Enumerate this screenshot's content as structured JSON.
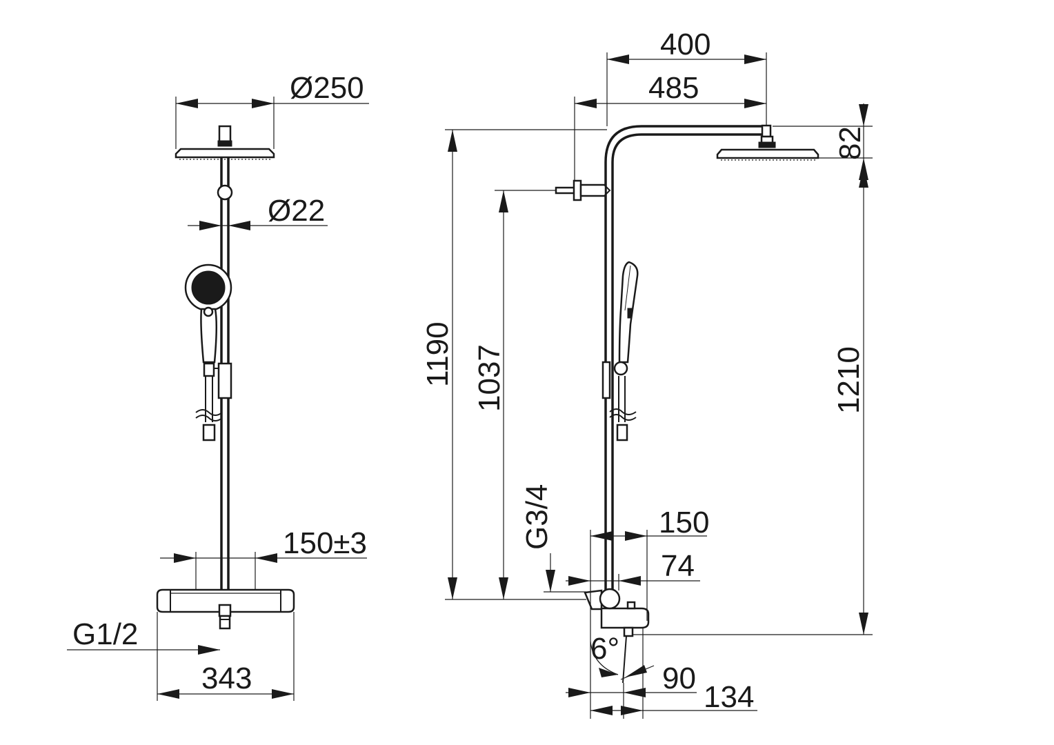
{
  "front_view": {
    "head_diameter": "Ø250",
    "pipe_diameter": "Ø22",
    "connection_spacing": "150±3",
    "outlet_thread": "G1/2",
    "mixer_width": "343"
  },
  "side_view": {
    "arm_length": "400",
    "arm_reach": "485",
    "head_height": "82",
    "total_height": "1190",
    "bracket_height": "1037",
    "outlet_height": "1210",
    "inlet_thread": "G3/4",
    "wall_offset_150": "150",
    "wall_offset_74": "74",
    "spout_angle": "6°",
    "spout_depth_90": "90",
    "spout_depth_134": "134"
  }
}
